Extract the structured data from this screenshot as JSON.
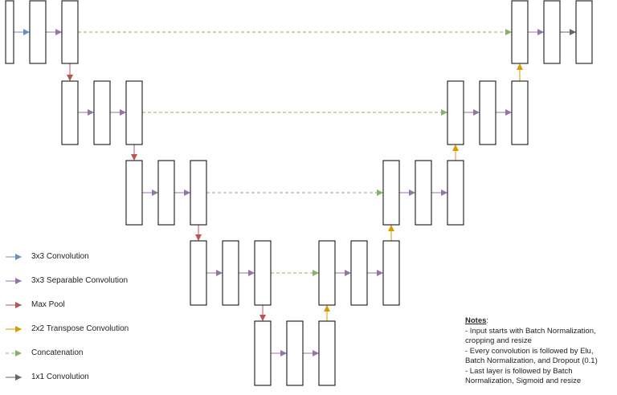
{
  "colors": {
    "conv3x3": "#6c8ebf",
    "sep_conv": "#9673a6",
    "max_pool": "#b85450",
    "transpose_conv": "#d79b00",
    "concat": "#82b366",
    "conv1x1": "#666666"
  },
  "legend": [
    {
      "label": "3x3 Convolution",
      "type": "conv3x3",
      "dashed": false
    },
    {
      "label": "3x3 Separable Convolution",
      "type": "sep_conv",
      "dashed": false
    },
    {
      "label": "Max Pool",
      "type": "max_pool",
      "dashed": false
    },
    {
      "label": "2x2 Transpose Convolution",
      "type": "transpose_conv",
      "dashed": false
    },
    {
      "label": "Concatenation",
      "type": "concat",
      "dashed": true
    },
    {
      "label": "1x1 Convolution",
      "type": "conv1x1",
      "dashed": false
    }
  ],
  "notes": {
    "title": "Notes",
    "title_suffix": ":",
    "lines": [
      "- Input starts with Batch Normalization, cropping and resize",
      "- Every convolution is followed by Elu, Batch Normalization, and Dropout (0.1)",
      "- Last layer is followed by Batch Normalization, Sigmoid and resize"
    ]
  }
}
